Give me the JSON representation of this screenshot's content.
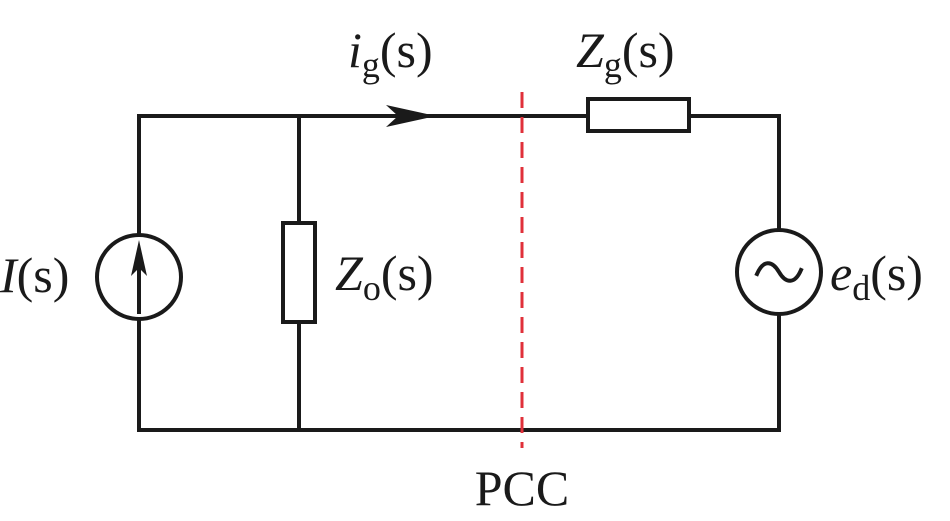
{
  "labels": {
    "source_main": "I",
    "source_arg": "(s)",
    "zo_main": "Z",
    "zo_sub": "o",
    "zo_arg": "(s)",
    "ig_main": "i",
    "ig_sub": "g",
    "ig_arg": "(s)",
    "zg_main": "Z",
    "zg_sub": "g",
    "zg_arg": "(s)",
    "ed_main": "e",
    "ed_sub": "d",
    "ed_arg": "(s)",
    "ac_symbol": "~",
    "pcc": "PCC"
  },
  "colors": {
    "wire": "#1a1a1a",
    "pcc_line": "#e0303a"
  }
}
